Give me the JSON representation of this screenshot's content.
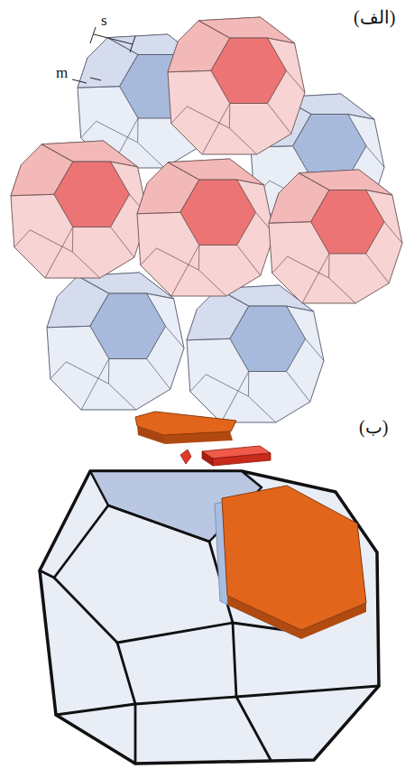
{
  "diagram": {
    "labels": [
      "(الف)",
      "s",
      "m",
      "(ب)"
    ]
  }
}
